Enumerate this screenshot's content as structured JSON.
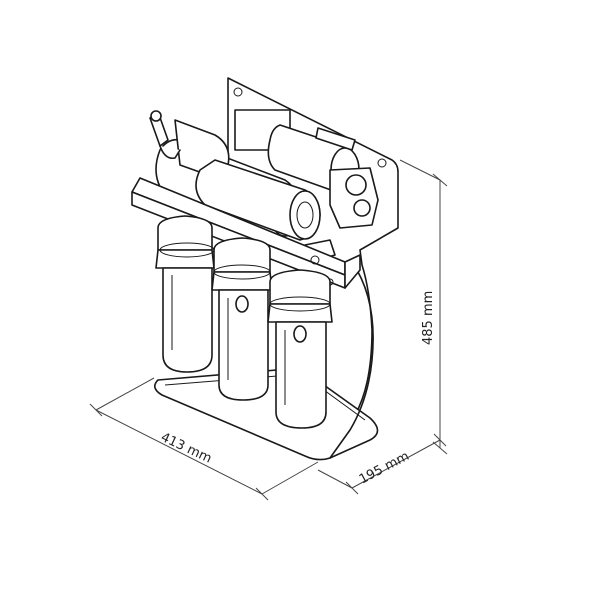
{
  "dimensions": {
    "width_label": "413 mm",
    "depth_label": "195 mm",
    "height_label": "485 mm"
  },
  "colors": {
    "stroke": "#1a1a1a",
    "background": "#ffffff"
  }
}
